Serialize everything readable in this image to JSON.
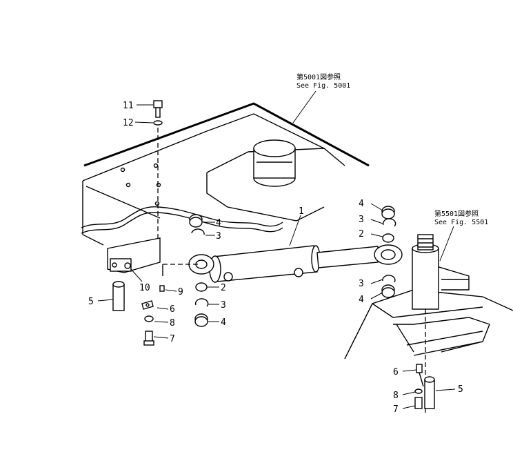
{
  "references": {
    "left_line1": "第5001図参照",
    "left_line2": "See Fig. 5001",
    "right_line1": "第5501図参照",
    "right_line2": "See Fig. 5501"
  },
  "callouts": {
    "n1": "1",
    "n2a": "2",
    "n2b": "2",
    "n3a": "3",
    "n3b": "3",
    "n3c": "3",
    "n3d": "3",
    "n4a": "4",
    "n4b": "4",
    "n4c": "4",
    "n4d": "4",
    "n5a": "5",
    "n5b": "5",
    "n6a": "6",
    "n6b": "6",
    "n7a": "7",
    "n7b": "7",
    "n8a": "8",
    "n8b": "8",
    "n9": "9",
    "n10": "10",
    "n11": "11",
    "n12": "12"
  }
}
